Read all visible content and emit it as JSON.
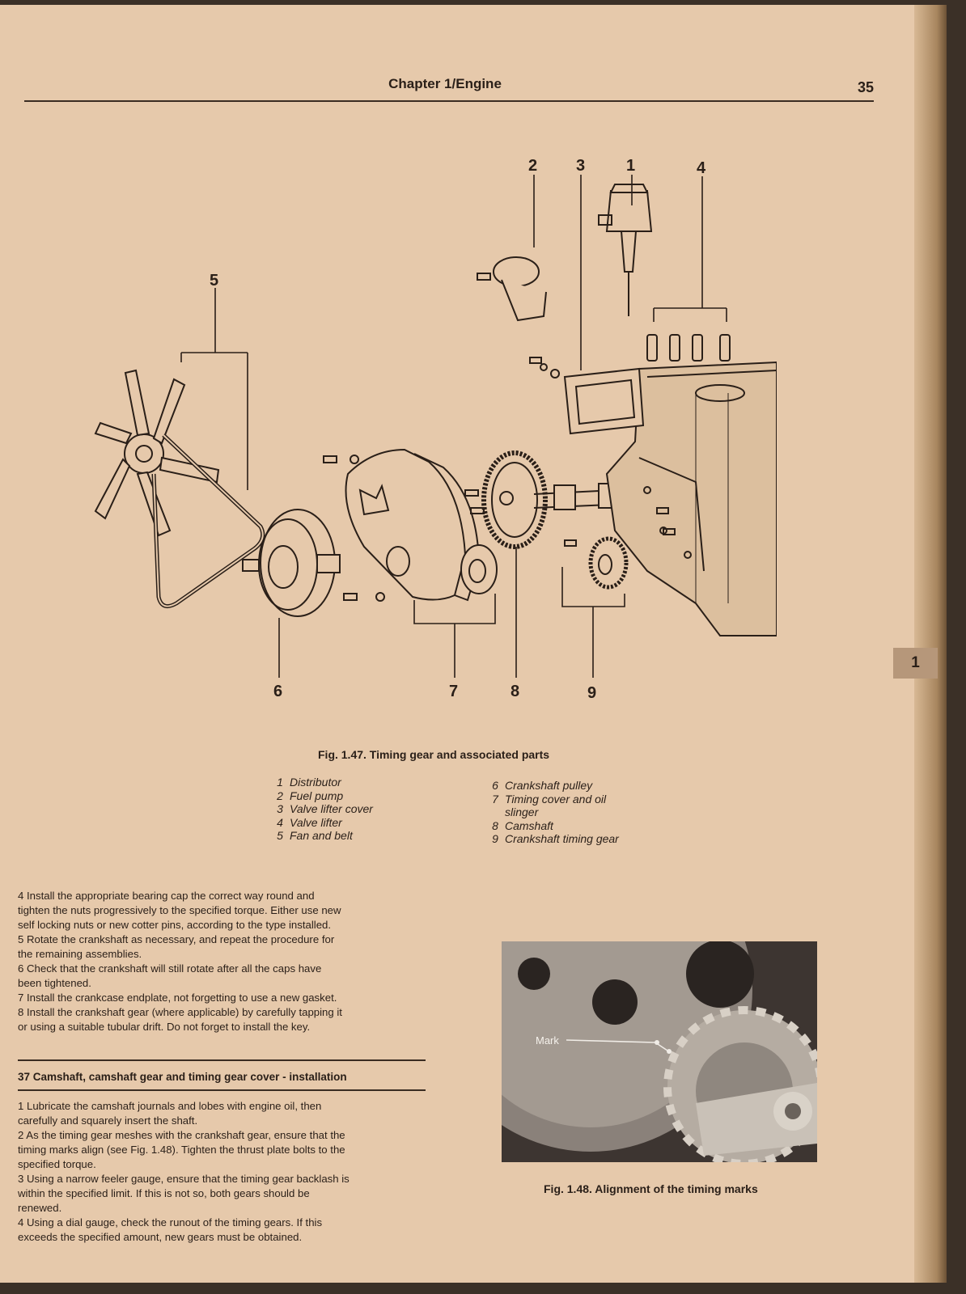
{
  "header": {
    "title": "Chapter 1/Engine",
    "page_number": "35"
  },
  "figure_147": {
    "callouts": [
      "2",
      "3",
      "1",
      "4",
      "5",
      "6",
      "7",
      "8",
      "9"
    ],
    "caption": "Fig. 1.47. Timing gear and associated parts",
    "legend_left": [
      {
        "num": "1",
        "text": "Distributor"
      },
      {
        "num": "2",
        "text": "Fuel pump"
      },
      {
        "num": "3",
        "text": "Valve lifter cover"
      },
      {
        "num": "4",
        "text": "Valve lifter"
      },
      {
        "num": "5",
        "text": "Fan and belt"
      }
    ],
    "legend_right": [
      {
        "num": "6",
        "text": "Crankshaft pulley"
      },
      {
        "num": "7",
        "text": "Timing cover and oil"
      },
      {
        "num": "",
        "text": "slinger"
      },
      {
        "num": "8",
        "text": "Camshaft"
      },
      {
        "num": "9",
        "text": "Crankshaft timing gear"
      }
    ]
  },
  "chapter_tab": "1",
  "steps_36": [
    "4  Install the appropriate bearing cap the correct way round and",
    "tighten the nuts progressively to the specified torque. Either use new",
    "self locking nuts or new cotter pins, according to the type installed.",
    "5  Rotate the crankshaft as necessary, and repeat the procedure for",
    "the remaining assemblies.",
    "6  Check that the crankshaft will still rotate after all the caps have",
    "been tightened.",
    "7  Install the crankcase endplate, not forgetting to use a new gasket.",
    "8  Install the crankshaft gear (where applicable) by carefully tapping it",
    "or using a suitable tubular drift. Do not forget to install the key."
  ],
  "section_37": {
    "heading": "37 Camshaft, camshaft gear and timing gear cover - installation",
    "lines": [
      "1  Lubricate the camshaft journals and lobes with engine oil, then",
      "carefully and squarely insert the shaft.",
      "2  As the timing gear meshes with the crankshaft gear, ensure that the",
      "timing marks align (see Fig. 1.48). Tighten the thrust plate bolts to the",
      "specified torque.",
      "3  Using a narrow feeler gauge, ensure that the timing gear backlash is",
      "within the specified limit. If this is not so, both gears should be",
      "renewed.",
      "4  Using a dial gauge, check the runout of the timing gears. If this",
      "exceeds the specified amount, new gears must be obtained."
    ]
  },
  "figure_148": {
    "mark_label": "Mark",
    "caption": "Fig. 1.48. Alignment of the timing marks"
  }
}
